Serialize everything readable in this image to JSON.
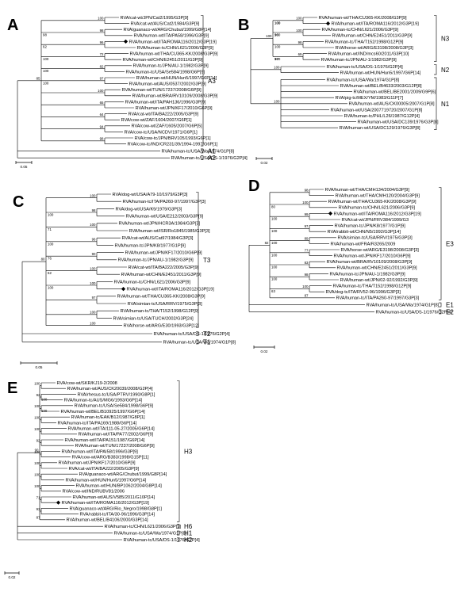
{
  "figure": {
    "panels": [
      {
        "letter": "A",
        "clades": [
          {
            "label": "A3",
            "leaves": [
              "RVA/cat-wt/JPN/Cat2/1995/G3P[9]",
              "RVA/cat-wt/AUS/Cat2/1984/G3P[9]",
              "RVA/guanaco-wt/ARG/Chubut/1999/G8P[14]",
              "RVA/human-wt/ITA/PA58/1996/G3P[9]",
              "RVA/human-wt/ITA/ROMA116/2012/G3P[19]",
              "RVA/human-tc/CHN/L621/2006/G3P[9]",
              "RVA/human-wt/THA/CU365-KK/2008/G3P[9]",
              "RVA/human-wt/CHN/E2451/2011/G3P[9]",
              "RVA/human-tc/JPN/AU-1/1982/G3P[9]",
              "RVA/human-tc/USA/Se584/1998/G6P[9]",
              "RVA/human-wt/HUN/Hun5/1997/G6P[14]",
              "RVA/human-wt/AUS/0537/2002/G3P[9]",
              "RVA/human-wt/TUN/17237/2008/G6P[9]",
              "RVA/human-wt/BRA/RV10109/2008/G3P[9]",
              "RVA/human-wt/ITA/PAH136/1996/G3P[9]",
              "RVA/human-wt/JPN/KF17/2010/G6P[9]",
              "RVA/cat-wt/ITA/BA222/2005/G3P[9]",
              "RVA/cow-wt/ZAF/1604/2007/G6P[1]",
              "RVA/cow-wt/ZAF/1605/2007/G6P[5]",
              "RVA/cow-tc/USA/NCDV/1971/G6P[1]",
              "RVA/cow-tc/JPN/BRV105/1993/G6P[1]",
              "RVA/cow-tc/IND/CR231/39/1994-1997/G6P[1]"
            ]
          },
          {
            "label": "A1",
            "leaves": [
              "RVA/human-tc/USA/Wa/1974/G1P[8]"
            ]
          },
          {
            "label": "A2",
            "leaves": [
              "RVA/human-tc/USA/DS-1/1976/G2P[4]"
            ]
          }
        ],
        "bootstrap": [
          "100",
          "98",
          "96",
          "72",
          "82",
          "97",
          "100",
          "65",
          "64",
          "94",
          "98",
          "85",
          "98",
          "62",
          "100",
          "100",
          "100"
        ],
        "scale_bar": "0.05"
      },
      {
        "letter": "B",
        "clades": [
          {
            "label": "N3",
            "leaves": [
              "RVA/human-wt/THA/CU365-KK/2008/G3P[9]",
              "RVA/human-wt/ITA/ROMA116/2012/G3P[19]",
              "RVA/human-tc/CHN/L621/2006/G3P[9]",
              "RVA/human-wt/CHN/E2451/2011/G3P[9]",
              "RVA/human-tc/THA/T152/1998/G12P[9]",
              "RVA/horse-wt/ARG/E3198/2008/G3P[3]",
              "RVA/human-wt/IND/mcs60/2011/G3P[10]",
              "RVA/human-tc/JPN/AU-1/1982/G3P[9]"
            ]
          },
          {
            "label": "N2",
            "leaves": [
              "RVA/human-tc/USA/DS-1/1976/G2P[4]",
              "RVA/human-wt/HUN/Hun5/1997/G6P[14]"
            ]
          },
          {
            "label": "N1",
            "leaves": [
              "RVA/human-tc/USA/Wa/1974/G1P[8]",
              "RVA/human-wt/BEL/B4633/2003/G12P[8]",
              "RVA/human-wt/BEL/BE2001/2009/G9P[6]",
              "RVA/pig-tc/MEX/YM/1983/G11P[7]",
              "RVA/human-wt/AUS/CK00005/2007/G1P[8]",
              "RVA/human-wt/USA/2007719720/2007/G1P[8]",
              "RVA/human-tc/PHL/L26/1987/G12P[4]",
              "RVA/human-wt/USA/DC139/1976/G3P[8]",
              "RVA/human-wt/USA/DC129/1976/G3P[8]"
            ]
          }
        ],
        "bootstrap": [
          "100",
          "100",
          "98",
          "69",
          "100",
          "100",
          "100",
          "100",
          "100",
          "96",
          "100",
          "97",
          "100",
          "100"
        ],
        "scale_bar": "0.02"
      },
      {
        "letter": "C",
        "clades": [
          {
            "label": "T3",
            "leaves": [
              "RVA/dog-wt/USA/A79-10/1979/G3P[3]",
              "RVA/human-tc/ITA/PA260-97/1997/G3P[3]",
              "RVA/dog-wt/USA/K9/1979/G3P[3]",
              "RVA/human-wt/USA/E212/2003/G3P[9]",
              "RVA/human-wt/JPN/HCR3A/1984/G3P[3]",
              "RVA/human-wt/ISR/Ro1845/1985/G3P[3]",
              "RVA/cat-wt/AUS/Cat97/1984/G3P[3]",
              "RVA/human-tc/JPN/K8/1977/G1P[9]",
              "RVA/human-wt/JPN/KF17/2010/G6P[9]",
              "RVA/human-tc/JPN/AU-1/1982/G3P[9]",
              "RVA/cat-wt/ITA/BA222/2005/G3P[9]",
              "RVA/human-wt/CHN/E2451/2011/G3P[9]",
              "RVA/human-tc/CHN/L621/2006/G3P[9]",
              "RVA/human-wt/ITA/ROMA116/2012/G3P[19]",
              "RVA/human-wt/THA/CU365-KK/2008/G3P[9]",
              "RVA/simian-tc/USA/RRV/1975/G3P[3]",
              "RVA/human-tc/THA/T152/1998/G12P[9]",
              "RVA/simian-tc/USA/TUCH/2002/G3P[24]",
              "RVA/horse-wt/ARG/E30/1993/G3P[12]"
            ]
          },
          {
            "label": "T2",
            "leaves": [
              "RVA/human-tc/USA/DS-1/1976/G2P[4]"
            ]
          },
          {
            "label": "T1",
            "leaves": [
              "RVA/human-tc/USA/Wa/1974/G1P[8]"
            ]
          }
        ],
        "bootstrap": [
          "100",
          "98",
          "100",
          "96",
          "90",
          "100",
          "100",
          "97",
          "100",
          "100",
          "80",
          "100",
          "71",
          "100",
          "76",
          "62",
          "100"
        ],
        "scale_bar": "0.05"
      },
      {
        "letter": "D",
        "clades": [
          {
            "label": "E3",
            "leaves": [
              "RVA/human-wt/THA/CMH134/2004/G3P[9]",
              "RVA/human-wt/THA/CMH120/2004/G3P[9]",
              "RVA/human-wt/THA/CU365-KK/2008/G3P[9]",
              "RVA/human-tc/CHN/L621/2006/G3P[9]",
              "RVA/human-wt/ITA/ROMA116/2012/G3P[19]",
              "RVA/cat-wt/JPN/FRV384/1999/G3",
              "RVA/human-tc/JPN/K8/1977/G1P[9]",
              "RVA/rabbit-wt/CHN/N5/1992/G3P[14]",
              "RVA/simian-tc/USA/RRV/1975/G3P[3]",
              "RVA/human-wt/FRA/R3265/2009",
              "RVA/horse-wt/ARG/E3198/2008/G3P[3]",
              "RVA/human-wt/JPN/KF17/2010/G6P[9]",
              "RVA/human-wt/BRA/RV10109/2008/G3P[9]",
              "RVA/human-wt/CHN/E2451/2011/G3P[9]",
              "RVA/human-tc/JPN/AU-1/1982/G3P[9]",
              "RVA/human-wt/JPN/02-92/1992/G3P[9]",
              "RVA/human-tc/THA/T152/1998/G12P[9]",
              "RVA/dog-tc/ITA/RV52-96/1996/G3P[3]",
              "RVA/human-tc/ITA/PA260-97/1997/G3P[3]"
            ]
          },
          {
            "label": "E1",
            "leaves": [
              "RVA/human-tc/USA/Wa/1974/G1P[8]"
            ]
          },
          {
            "label": "E2",
            "leaves": [
              "RVA/human-tc/USA/DS-1/1976/G2P[4]"
            ]
          }
        ],
        "bootstrap": [
          "98",
          "100",
          "99",
          "97",
          "89",
          "77",
          "83",
          "98",
          "100",
          "87",
          "82",
          "80",
          "100",
          "100",
          "100",
          "100",
          "100",
          "100",
          "63"
        ],
        "scale_bar": "0.02"
      },
      {
        "letter": "E",
        "clades": [
          {
            "label": "H3",
            "leaves": [
              "RVA/cow-wt/SKR/KJ19-2/2008",
              "RVA/human-wt/AUS/CK20039/2008/G2P[4]",
              "RVA/rhesus-tc/USA/PTRV/1990/G8P[1]",
              "RVA/human-tc/AUS/MG6/1993/G6P[14]",
              "RVA/human-tc/USA/Se584/1998/G6P[9]",
              "RVA/human-wt/BEL/B10925/1997/G6P[14]",
              "RVA/human-tc/EAK/B12/1987/G8P[1]",
              "RVA/human-tc/ITA/PA169/1988/G6P[14]",
              "RVA/human-wt/ITA/111-05-27/2005/G6P[14]",
              "RVA/human-wt/ITA/PA77/2002/G6P[9]",
              "RVA/human-wt/ITA/PA151/1987/G6P[14]",
              "RVA/human-wt/TUN/17237/2008/G6P[9]",
              "RVA/human-wt/ITA/PAI58/1996/G3P[9]",
              "RVA/cow-wt/ARG/B383/1998/G15P[11]",
              "RVA/human-wt/JPN/KF17/2010/G6P[9]",
              "RVA/cat-wt/ITA/BA222/2005/G3P[9]",
              "RVA/guanaco-wt/ARG/Chubut/1999/G8P[14]",
              "RVA/human-wt/HUN/Hun5/1997/G6P[14]",
              "RVA/human-wt/HUN/BP1062/2004/G8P[14]",
              "RVA/cow-wt/IND/RUBV81/2006",
              "RVA/human-wt/AUS/V585/2011/G10P[14]",
              "RVA/human-wt/ITA/ROMA116/2012/G3P[19]",
              "RVA/guanaco-wt/ARG/Rio_Negro/1998/G8P[1]",
              "RVA/rabbit-tc/ITA/30-96/1996/G3P[14]",
              "RVA/human-wt/BEL/B4106/2000/G3P[14]"
            ]
          },
          {
            "label": "H6",
            "leaves": [
              "RVA/human-tc/CHN/L621/2006/G3P[9]"
            ]
          },
          {
            "label": "H1",
            "leaves": [
              "RVA/human-tc/USA/Wa/1974/G1P[8]"
            ]
          },
          {
            "label": "H2",
            "leaves": [
              "RVA/human-tc/USA/DS-1/1976/G2P[4]"
            ]
          }
        ],
        "bootstrap": [
          "100",
          "92",
          "100",
          "100",
          "100",
          "92",
          "100",
          "100",
          "100",
          "100",
          "71",
          "93",
          "87",
          "90",
          "100",
          "100"
        ],
        "scale_bar": "0.02"
      }
    ]
  }
}
